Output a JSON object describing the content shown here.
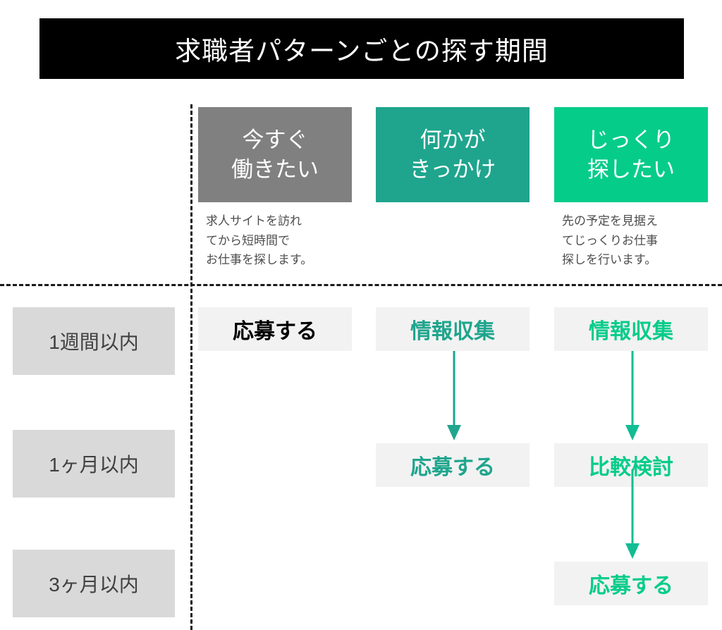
{
  "title": "求職者パターンごとの探す期間",
  "colors": {
    "title_background": "#000000",
    "column1_header": "#808080",
    "column2_header": "#1FA58D",
    "column3_header": "#06CC8A",
    "cell_background": "#F2F2F2",
    "row_label_background": "#D9D9D9",
    "arrow": "#1FA58D",
    "arrow_green": "#06CC8A"
  },
  "columns": [
    {
      "id": "now",
      "header_line1": "今すぐ",
      "header_line2": "働きたい",
      "description_line1": "求人サイトを訪れ",
      "description_line2": "てから短時間で",
      "description_line3": "お仕事を探します。"
    },
    {
      "id": "trigger",
      "header_line1": "何かが",
      "header_line2": "きっかけ",
      "description_line1": "",
      "description_line2": "",
      "description_line3": ""
    },
    {
      "id": "careful",
      "header_line1": "じっくり",
      "header_line2": "探したい",
      "description_line1": "先の予定を見据え",
      "description_line2": "てじっくりお仕事",
      "description_line3": "探しを行います。"
    }
  ],
  "rows": [
    {
      "id": "within-one-week",
      "label": "1週間以内"
    },
    {
      "id": "within-one-month",
      "label": "1ヶ月以内"
    },
    {
      "id": "within-three-months",
      "label": "3ヶ月以内"
    }
  ],
  "cells": {
    "col1_row1": "応募する",
    "col2_row1": "情報収集",
    "col3_row1": "情報収集",
    "col2_row2": "応募する",
    "col3_row2": "比較検討",
    "col3_row3": "応募する"
  },
  "chart_data": {
    "type": "table",
    "title": "求職者パターンごとの探す期間",
    "column_headers": [
      "今すぐ働きたい",
      "何かがきっかけ",
      "じっくり探したい"
    ],
    "row_headers": [
      "1週間以内",
      "1ヶ月以内",
      "3ヶ月以内"
    ],
    "matrix": [
      [
        "応募する",
        "情報収集",
        "情報収集"
      ],
      [
        "",
        "応募する",
        "比較検討"
      ],
      [
        "",
        "",
        "応募する"
      ]
    ],
    "flow_arrows": [
      {
        "column": "何かがきっかけ",
        "from": "情報収集",
        "to": "応募する"
      },
      {
        "column": "じっくり探したい",
        "from": "情報収集",
        "to": "比較検討"
      },
      {
        "column": "じっくり探したい",
        "from": "比較検討",
        "to": "応募する"
      }
    ]
  }
}
